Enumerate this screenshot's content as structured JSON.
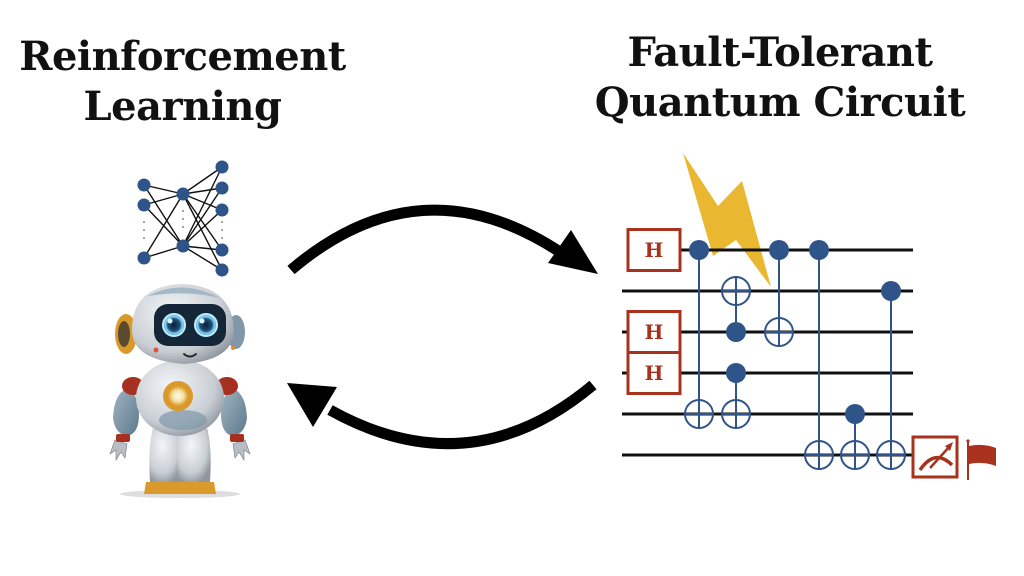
{
  "left_panel": {
    "title_line1": "Reinforcement",
    "title_line2": "Learning",
    "icons": [
      "neural-network-icon",
      "robot-illustration"
    ]
  },
  "right_panel": {
    "title_line1": "Fault-Tolerant",
    "title_line2": "Quantum Circuit",
    "icons": [
      "lightning-bolt-icon",
      "measurement-meter-icon",
      "flag-icon"
    ]
  },
  "arrows": {
    "top": "arrow-right-curved",
    "bottom": "arrow-left-curved"
  },
  "circuit": {
    "num_qubits": 6,
    "hadamard_label": "H",
    "hadamard_gates": [
      {
        "qubit": 0,
        "column": 0
      },
      {
        "qubit": 2,
        "column": 0
      },
      {
        "qubit": 3,
        "column": 0
      }
    ],
    "cnots": [
      {
        "column": 1,
        "control": 0,
        "target": 4
      },
      {
        "column": 2,
        "control": 2,
        "target": 1
      },
      {
        "column": 2,
        "control": 3,
        "target": 4
      },
      {
        "column": 3,
        "control": 0,
        "target": 2
      },
      {
        "column": 4,
        "control": 0,
        "target": 5
      },
      {
        "column": 5,
        "control": 4,
        "target": 5
      },
      {
        "column": 6,
        "control": 1,
        "target": 5
      }
    ],
    "measured_qubit": 5,
    "fault_location": "between qubit 0 and qubit 1, columns 1-3"
  },
  "colors": {
    "gate_red": "#a8321c",
    "control_blue": "#2f5489",
    "wire_black": "#111111",
    "bolt_yellow": "#e9b830",
    "robot_silver": "#d9dde2",
    "robot_gray_blue": "#7f97a8",
    "robot_gold": "#d99a2b",
    "robot_red": "#a6301f"
  }
}
